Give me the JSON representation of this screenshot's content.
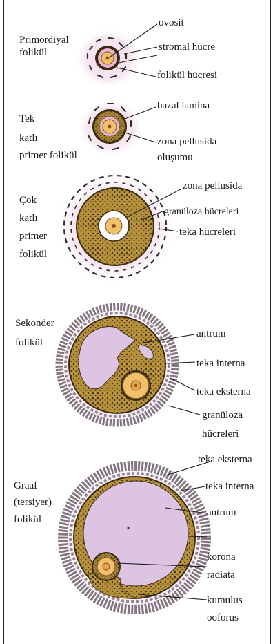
{
  "colors": {
    "background": "#ffffff",
    "halo": "#f1d5e6",
    "follicle_fill": "#b6923a",
    "follicle_stroke": "#3a2a10",
    "antrum": "#dcc4e2",
    "oocyte": "#f2c06b",
    "theca": "#5a4a55",
    "line": "#1a1a1a"
  },
  "stages": [
    {
      "name": "primordial",
      "title_lines": [
        "Primordiyal",
        "folikül"
      ],
      "labels": [
        "ovosit",
        "stromal hücre",
        "folikül hücresi"
      ]
    },
    {
      "name": "tek-katli",
      "title_lines": [
        "Tek",
        "katlı",
        "primer folikül"
      ],
      "labels": [
        "bazal lamina",
        "zona pellusida",
        "oluşumu"
      ]
    },
    {
      "name": "cok-katli",
      "title_lines": [
        "Çok",
        "katlı",
        "primer",
        "folikül"
      ],
      "labels": [
        "zona pellusida",
        "granüloza hücreleri",
        "teka hücreleri"
      ]
    },
    {
      "name": "sekonder",
      "title_lines": [
        "Sekonder",
        "folikül"
      ],
      "labels": [
        "antrum",
        "teka interna",
        "teka eksterna",
        "granüloza",
        "hücreleri"
      ]
    },
    {
      "name": "graaf",
      "title_lines": [
        "Graaf",
        "(tersiyer)",
        "folikül"
      ],
      "labels": [
        "teka eksterna",
        "teka interna",
        "antrum",
        "korona",
        "radiata",
        "kumulus",
        "ooforus"
      ]
    }
  ]
}
